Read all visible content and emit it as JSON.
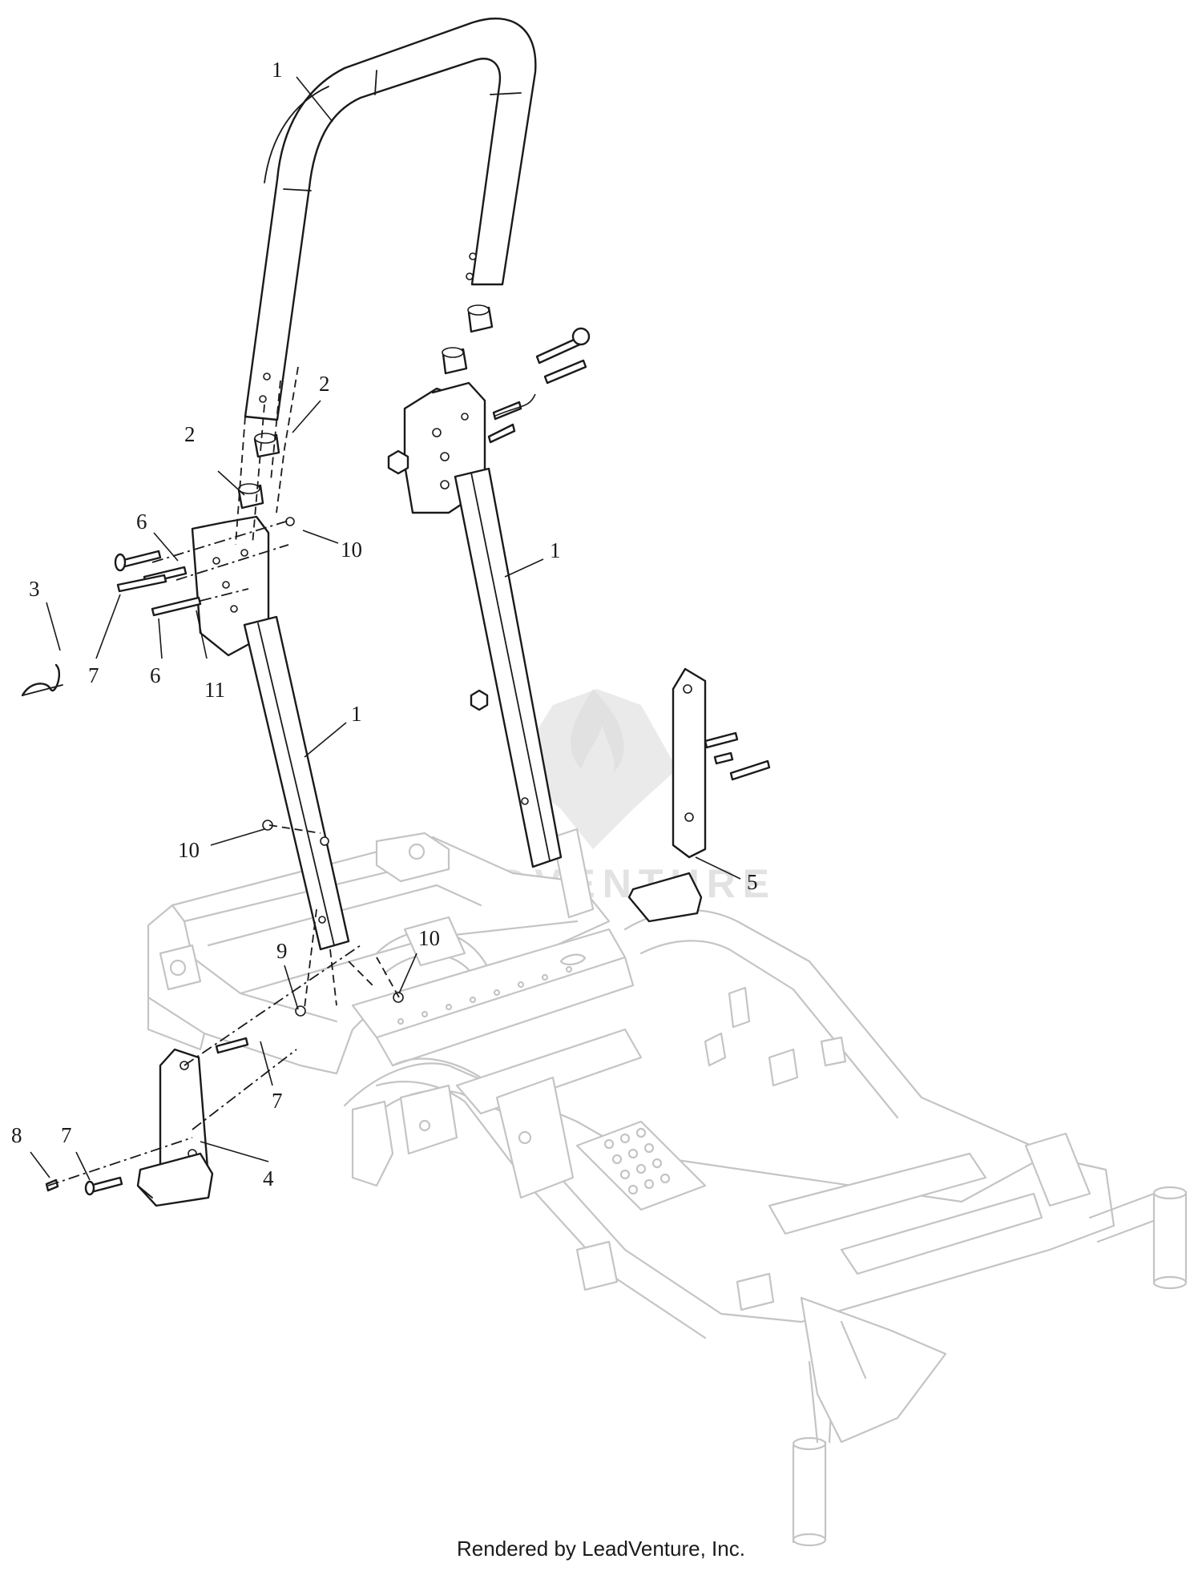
{
  "diagram": {
    "callouts": [
      {
        "id": "c1a",
        "text": "1"
      },
      {
        "id": "c1b",
        "text": "1"
      },
      {
        "id": "c1c",
        "text": "1"
      },
      {
        "id": "c2a",
        "text": "2"
      },
      {
        "id": "c2b",
        "text": "2"
      },
      {
        "id": "c3",
        "text": "3"
      },
      {
        "id": "c4",
        "text": "4"
      },
      {
        "id": "c5",
        "text": "5"
      },
      {
        "id": "c6a",
        "text": "6"
      },
      {
        "id": "c6b",
        "text": "6"
      },
      {
        "id": "c7a",
        "text": "7"
      },
      {
        "id": "c7b",
        "text": "7"
      },
      {
        "id": "c7c",
        "text": "7"
      },
      {
        "id": "c8",
        "text": "8"
      },
      {
        "id": "c9",
        "text": "9"
      },
      {
        "id": "c10a",
        "text": "10"
      },
      {
        "id": "c10b",
        "text": "10"
      },
      {
        "id": "c10c",
        "text": "10"
      },
      {
        "id": "c11",
        "text": "11"
      }
    ],
    "watermark_text": "LEADVENTURE"
  },
  "footer": {
    "text": "Rendered by LeadVenture, Inc."
  }
}
